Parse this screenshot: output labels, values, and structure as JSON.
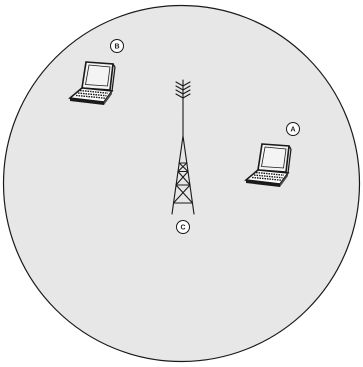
{
  "diagram": {
    "colors": {
      "background": "#ffffff",
      "coverage_fill": "#e7e7e7",
      "coverage_stroke": "#1a1a1a",
      "line": "#1a1a1a",
      "screen": "#f4f4f4"
    },
    "nodes": [
      {
        "id": "laptop-b",
        "label": "B",
        "icon": "laptop-icon"
      },
      {
        "id": "laptop-a",
        "label": "A",
        "icon": "laptop-icon"
      },
      {
        "id": "tower-c",
        "label": "C",
        "icon": "radio-tower-icon"
      }
    ]
  }
}
